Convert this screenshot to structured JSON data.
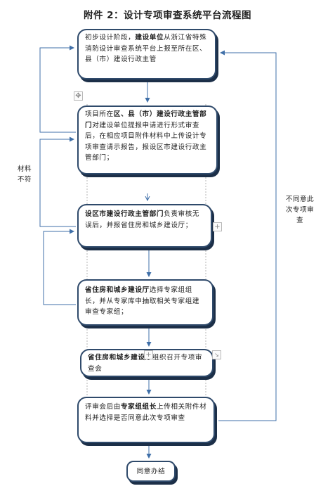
{
  "title": "附件 2：设计专项审查系统平台流程图",
  "steps": [
    {
      "pre": "初步设计阶段，",
      "bold": "建设单位",
      "post": "从浙江省特殊消防设计审查系统平台上报至所在区、县（市）建设行政主管"
    },
    {
      "pre": "项目所在",
      "bold": "区、县（市）建设行政主管部门",
      "post": "对建设单位提报申请进行形式审查后，在相应项目附件材料中上传设计专项审查请示报告，报设区市建设行政主管部门；"
    },
    {
      "pre": "",
      "bold": "设区市建设行政主管部门",
      "post": "负责审核无误后，并报省住房和城乡建设厅；"
    },
    {
      "pre": "",
      "bold": "省住房和城乡建设厅",
      "post": "选择专家组组长，并从专家库中抽取相关专家组建审查专家组；"
    },
    {
      "pre": "",
      "bold": "省住房和城乡建设厅",
      "post": "组织召开专项审查会"
    },
    {
      "pre": "评审会后由",
      "bold": "专家组组长",
      "post": "上传相关附件材料并选择是否同意此次专项审查"
    },
    {
      "pre": "",
      "bold": "",
      "post": "同意办结"
    }
  ],
  "side_labels": {
    "left": "材料\n不符",
    "right": "不同意此\n次专项审\n查"
  },
  "colors": {
    "box_border": "#2f4a6b",
    "arrow": "#3f6fa8"
  }
}
